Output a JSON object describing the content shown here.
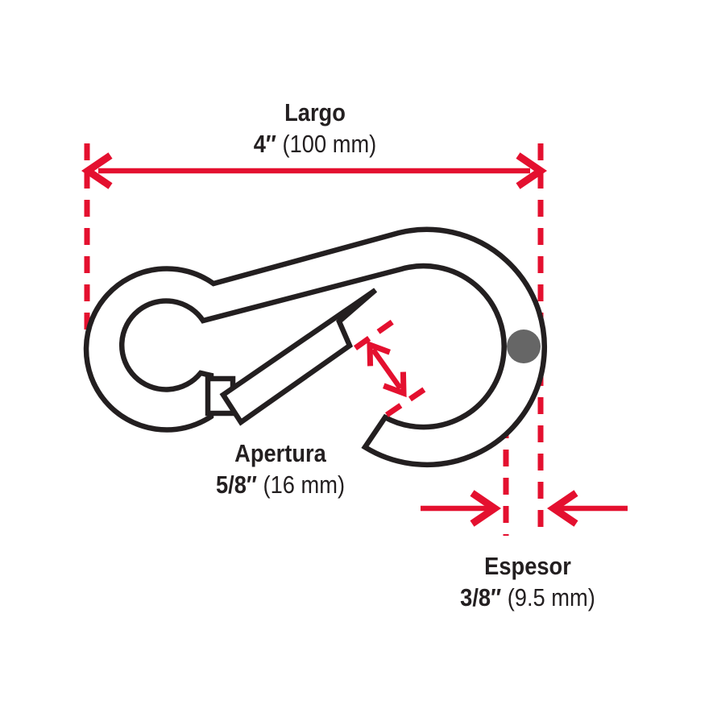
{
  "diagram": {
    "subject": "carabiner-snap-hook",
    "labels": {
      "largo": {
        "name": "Largo",
        "value_bold": "4″",
        "value_rest": " (100 mm)"
      },
      "apertura": {
        "name": "Apertura",
        "value_bold": "5/8″",
        "value_rest": " (16 mm)"
      },
      "espesor": {
        "name": "Espesor",
        "value_bold": "3/8″",
        "value_rest": " (9.5 mm)"
      }
    },
    "colors": {
      "accent_red": "#e4102f",
      "ink_black": "#231f20",
      "steel_gray": "#666666",
      "background": "#ffffff"
    }
  }
}
